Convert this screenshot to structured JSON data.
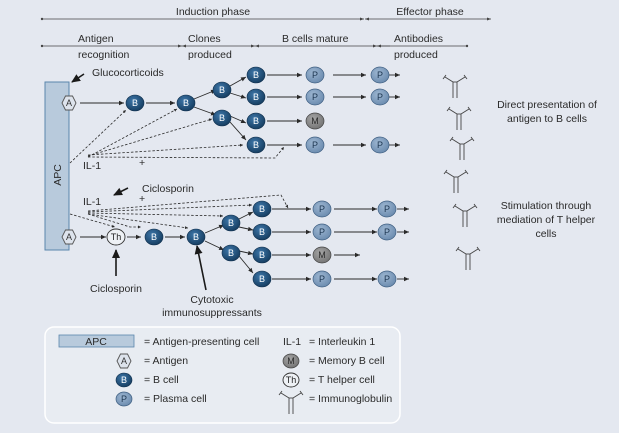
{
  "phases": {
    "induction": "Induction phase",
    "effector": "Effector phase"
  },
  "stages": [
    {
      "line1": "Antigen",
      "line2": "recognition"
    },
    {
      "line1": "Clones",
      "line2": "produced"
    },
    {
      "line1": "B cells mature",
      "line2": ""
    },
    {
      "line1": "Antibodies",
      "line2": "produced"
    }
  ],
  "annotations": {
    "glucocorticoids": "Glucocorticoids",
    "ciclosporin_top": "Ciclosporin",
    "ciclosporin_bottom": "Ciclosporin",
    "cytotoxic_line1": "Cytotoxic",
    "cytotoxic_line2": "immunosuppressants",
    "il1_top": "IL-1",
    "il1_bottom": "IL-1",
    "plus_top": "+",
    "plus_bottom": "+",
    "apc": "APC"
  },
  "cell_letters": {
    "antigen": "A",
    "bcell": "B",
    "plasma": "P",
    "memory": "M",
    "thelper": "Th"
  },
  "pathways": {
    "direct": {
      "line1": "Direct presentation of",
      "line2": "antigen to B cells"
    },
    "thelper": {
      "line1": "Stimulation through",
      "line2": "mediation of T helper",
      "line3": "cells"
    }
  },
  "legend": {
    "items": [
      {
        "symbol": "APC",
        "label": "= Antigen-presenting cell"
      },
      {
        "symbol": "A",
        "label": "= Antigen"
      },
      {
        "symbol": "B",
        "label": "= B cell"
      },
      {
        "symbol": "P",
        "label": "= Plasma cell"
      },
      {
        "symbol": "IL-1",
        "label": "= Interleukin 1"
      },
      {
        "symbol": "M",
        "label": "= Memory B cell"
      },
      {
        "symbol": "Th",
        "label": "= T helper cell"
      },
      {
        "symbol": "immunoglobulin",
        "label": "= Immunoglobulin"
      }
    ]
  },
  "colors": {
    "background": "#e4e8f0",
    "apc_fill": "#b8cadc",
    "apc_stroke": "#5a86ad",
    "bcell_fill": "#1f4f7a",
    "plasma_fill": "#7f9dbe",
    "memory_fill": "#8a8a8a",
    "line": "#2a2a2a"
  }
}
